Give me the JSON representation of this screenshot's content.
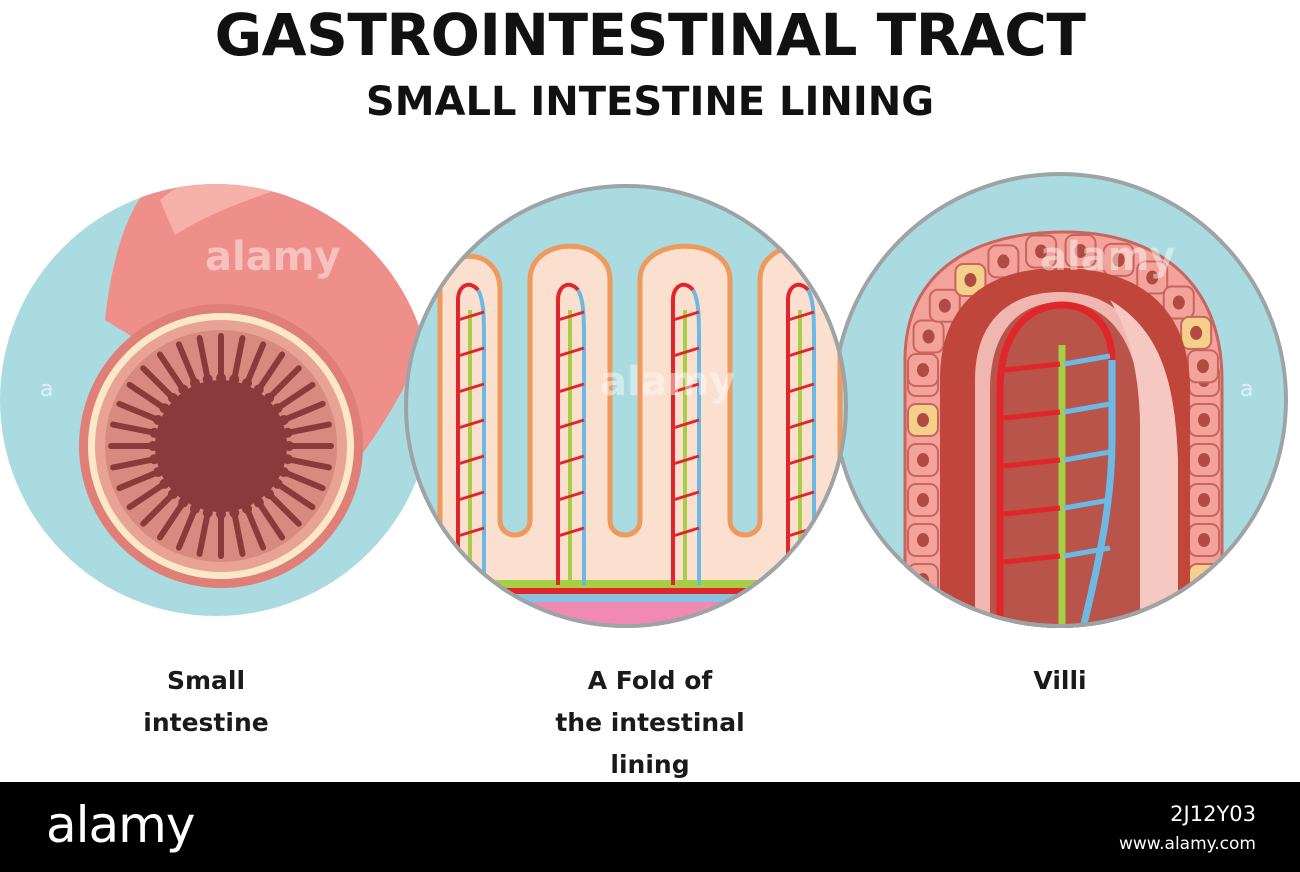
{
  "title": "GASTROINTESTINAL TRACT",
  "subtitle": "SMALL INTESTINE LINING",
  "panels": [
    {
      "label_lines": [
        "Small",
        "intestine"
      ]
    },
    {
      "label_lines": [
        "A Fold of",
        "the intestinal",
        "lining"
      ]
    },
    {
      "label_lines": [
        "Villi"
      ]
    }
  ],
  "watermark": {
    "text": "alamy",
    "letter": "a"
  },
  "footer": {
    "brand": "alamy",
    "image_id": "2J12Y03",
    "site": "www.alamy.com"
  },
  "colors": {
    "circle_bg": "#a9dbe0",
    "circle_border": "#9ea3a6",
    "tube_pink": "#ef8f8a",
    "tube_light": "#f7b5ae",
    "lumen": "#8a3a3a",
    "mucosa": "#d88a80",
    "cream": "#fbe8c8",
    "fold_fill": "#fce0cf",
    "fold_outline": "#ee9a5e",
    "artery": "#e0262a",
    "vein": "#6cb9e3",
    "lacteal": "#a7cf45",
    "cell": "#f3a39a",
    "goblet_cell": "#f5d08a"
  }
}
